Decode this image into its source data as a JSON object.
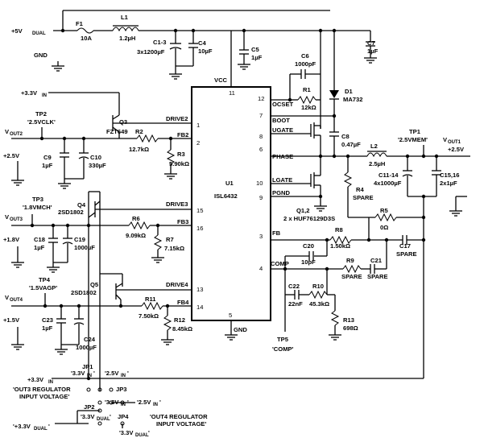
{
  "labels": {
    "plus5v_dual": "+5V",
    "plus5v_dual_sub": "DUAL",
    "gnd": "GND",
    "f1": "F1",
    "f1_val": "10A",
    "l1": "L1",
    "l1_val": "1.2µH",
    "c1_3": "C1-3",
    "c1_3_val": "3x1200µF",
    "c4": "C4",
    "c4_val": "10µF",
    "c5": "C5",
    "c5_val": "1µF",
    "c7": "C7",
    "c7_val": "1µF",
    "vcc": "VCC",
    "pin11": "11",
    "plus3v3_in_top": "+3.3V",
    "plus3v3_in_top_sub": "IN",
    "tp2": "TP2",
    "tp2_val": "'2.5VCLK'",
    "q3": "Q3",
    "q3_val": "FZT649",
    "vout2": "V",
    "vout2_sub": "OUT2",
    "drive2": "DRIVE2",
    "pin1": "1",
    "r2": "R2",
    "r2_val": "12.7kΩ",
    "fb2": "FB2",
    "pin2": "2",
    "plus2v5_left": "+2.5V",
    "c9": "C9",
    "c9_val": "1µF",
    "c10": "C10",
    "c10_val": "330µF",
    "r3": "R3",
    "r3_val": "5.90kΩ",
    "tp3": "TP3",
    "tp3_val": "'1.8VMCH'",
    "q4": "Q4",
    "q4_val": "2SD1802",
    "drive3": "DRIVE3",
    "pin15": "15",
    "vout3": "V",
    "vout3_sub": "OUT3",
    "r6": "R6",
    "r6_val": "9.09kΩ",
    "fb3": "FB3",
    "pin16": "16",
    "plus1v8": "+1.8V",
    "c18": "C18",
    "c18_val": "1µF",
    "c19": "C19",
    "c19_val": "1000µF",
    "r7": "R7",
    "r7_val": "7.15kΩ",
    "tp4": "TP4",
    "tp4_val": "'1.5VAGP'",
    "q5": "Q5",
    "q5_val": "2SD1802",
    "drive4": "DRIVE4",
    "pin13": "13",
    "vout4": "V",
    "vout4_sub": "OUT4",
    "r11": "R11",
    "r11_val": "7.50kΩ",
    "fb4": "FB4",
    "pin14": "14",
    "plus1v5": "+1.5V",
    "c23": "C23",
    "c23_val": "1µF",
    "c24": "C24",
    "c24_val": "1000µF",
    "r12": "R12",
    "r12_val": "8.45kΩ",
    "pin5": "5",
    "gnd_pin": "GND",
    "u1": "U1",
    "u1_val": "ISL6432",
    "pin12": "12",
    "ocset": "OCSET",
    "pin7": "7",
    "boot": "BOOT",
    "pin8": "8",
    "ugate": "UGATE",
    "pin6": "6",
    "phase": "PHASE",
    "pin10": "10",
    "lgate": "LGATE",
    "pin9": "9",
    "pgnd": "PGND",
    "pin3": "3",
    "fb": "FB",
    "pin4": "4",
    "comp": "COMP",
    "c6": "C6",
    "c6_val": "1000pF",
    "r1": "R1",
    "r1_val": "12kΩ",
    "d1": "D1",
    "d1_val": "MA732",
    "c8": "C8",
    "c8_val": "0.47µF",
    "tp1": "TP1",
    "tp1_val": "'2.5VMEM'",
    "vout1": "V",
    "vout1_sub": "OUT1",
    "plus2v5_right": "+2.5V",
    "l2": "L2",
    "l2_val": "2.5µH",
    "c11_14": "C11-14",
    "c11_14_val": "4x1000µF",
    "c15_16": "C15,16",
    "c15_16_val": "2x1µF",
    "r4": "R4",
    "r4_val": "SPARE",
    "q1_2": "Q1,2",
    "q1_2_val": "2 x HUF76129D3S",
    "r5": "R5",
    "r5_val": "0Ω",
    "r8": "R8",
    "r8_val": "1.50kΩ",
    "c17": "C17",
    "c17_val": "SPARE",
    "c20": "C20",
    "c20_val": "10pF",
    "r9": "R9",
    "r9_val": "SPARE",
    "c21": "C21",
    "c21_val": "SPARE",
    "c22": "C22",
    "c22_val": "22nF",
    "r10": "R10",
    "r10_val": "45.3kΩ",
    "r13": "R13",
    "r13_val": "698Ω",
    "tp5": "TP5",
    "tp5_val": "'COMP'",
    "jp1": "JP1",
    "jp1_a": "'3.3V",
    "jp1_a_sub": "IN",
    "jp1_a_end": "'",
    "jp1_b": "'2.5V",
    "jp1_b_sub": "IN",
    "jp1_b_end": "'",
    "plus3v3_in_bottom": "+3.3V",
    "plus3v3_in_bottom_sub": "IN",
    "out3_reg_1": "'OUT3 REGULATOR",
    "out3_reg_2": "INPUT VOLTAGE'",
    "jp3": "JP3",
    "jp3_a": "'3.3V",
    "jp3_a_sub": "IN",
    "jp3_a_end": "'",
    "jp3_b": "'2.5V",
    "jp3_b_sub": "IN",
    "jp3_b_end": "'",
    "jp2": "JP2",
    "jp2_a": "'3.3V",
    "jp2_a_sub": "DUAL",
    "jp2_a_end": "'",
    "jp4": "JP4",
    "plus3v3_dual": "'+3.3V",
    "plus3v3_dual_sub": "DUAL",
    "plus3v3_dual_end": "'",
    "out4_reg_1": "'OUT4 REGULATOR",
    "out4_reg_2": "INPUT VOLTAGE'",
    "jp4_b": "'3.3V",
    "jp4_b_sub": "DUAL",
    "jp4_b_end": "'"
  }
}
